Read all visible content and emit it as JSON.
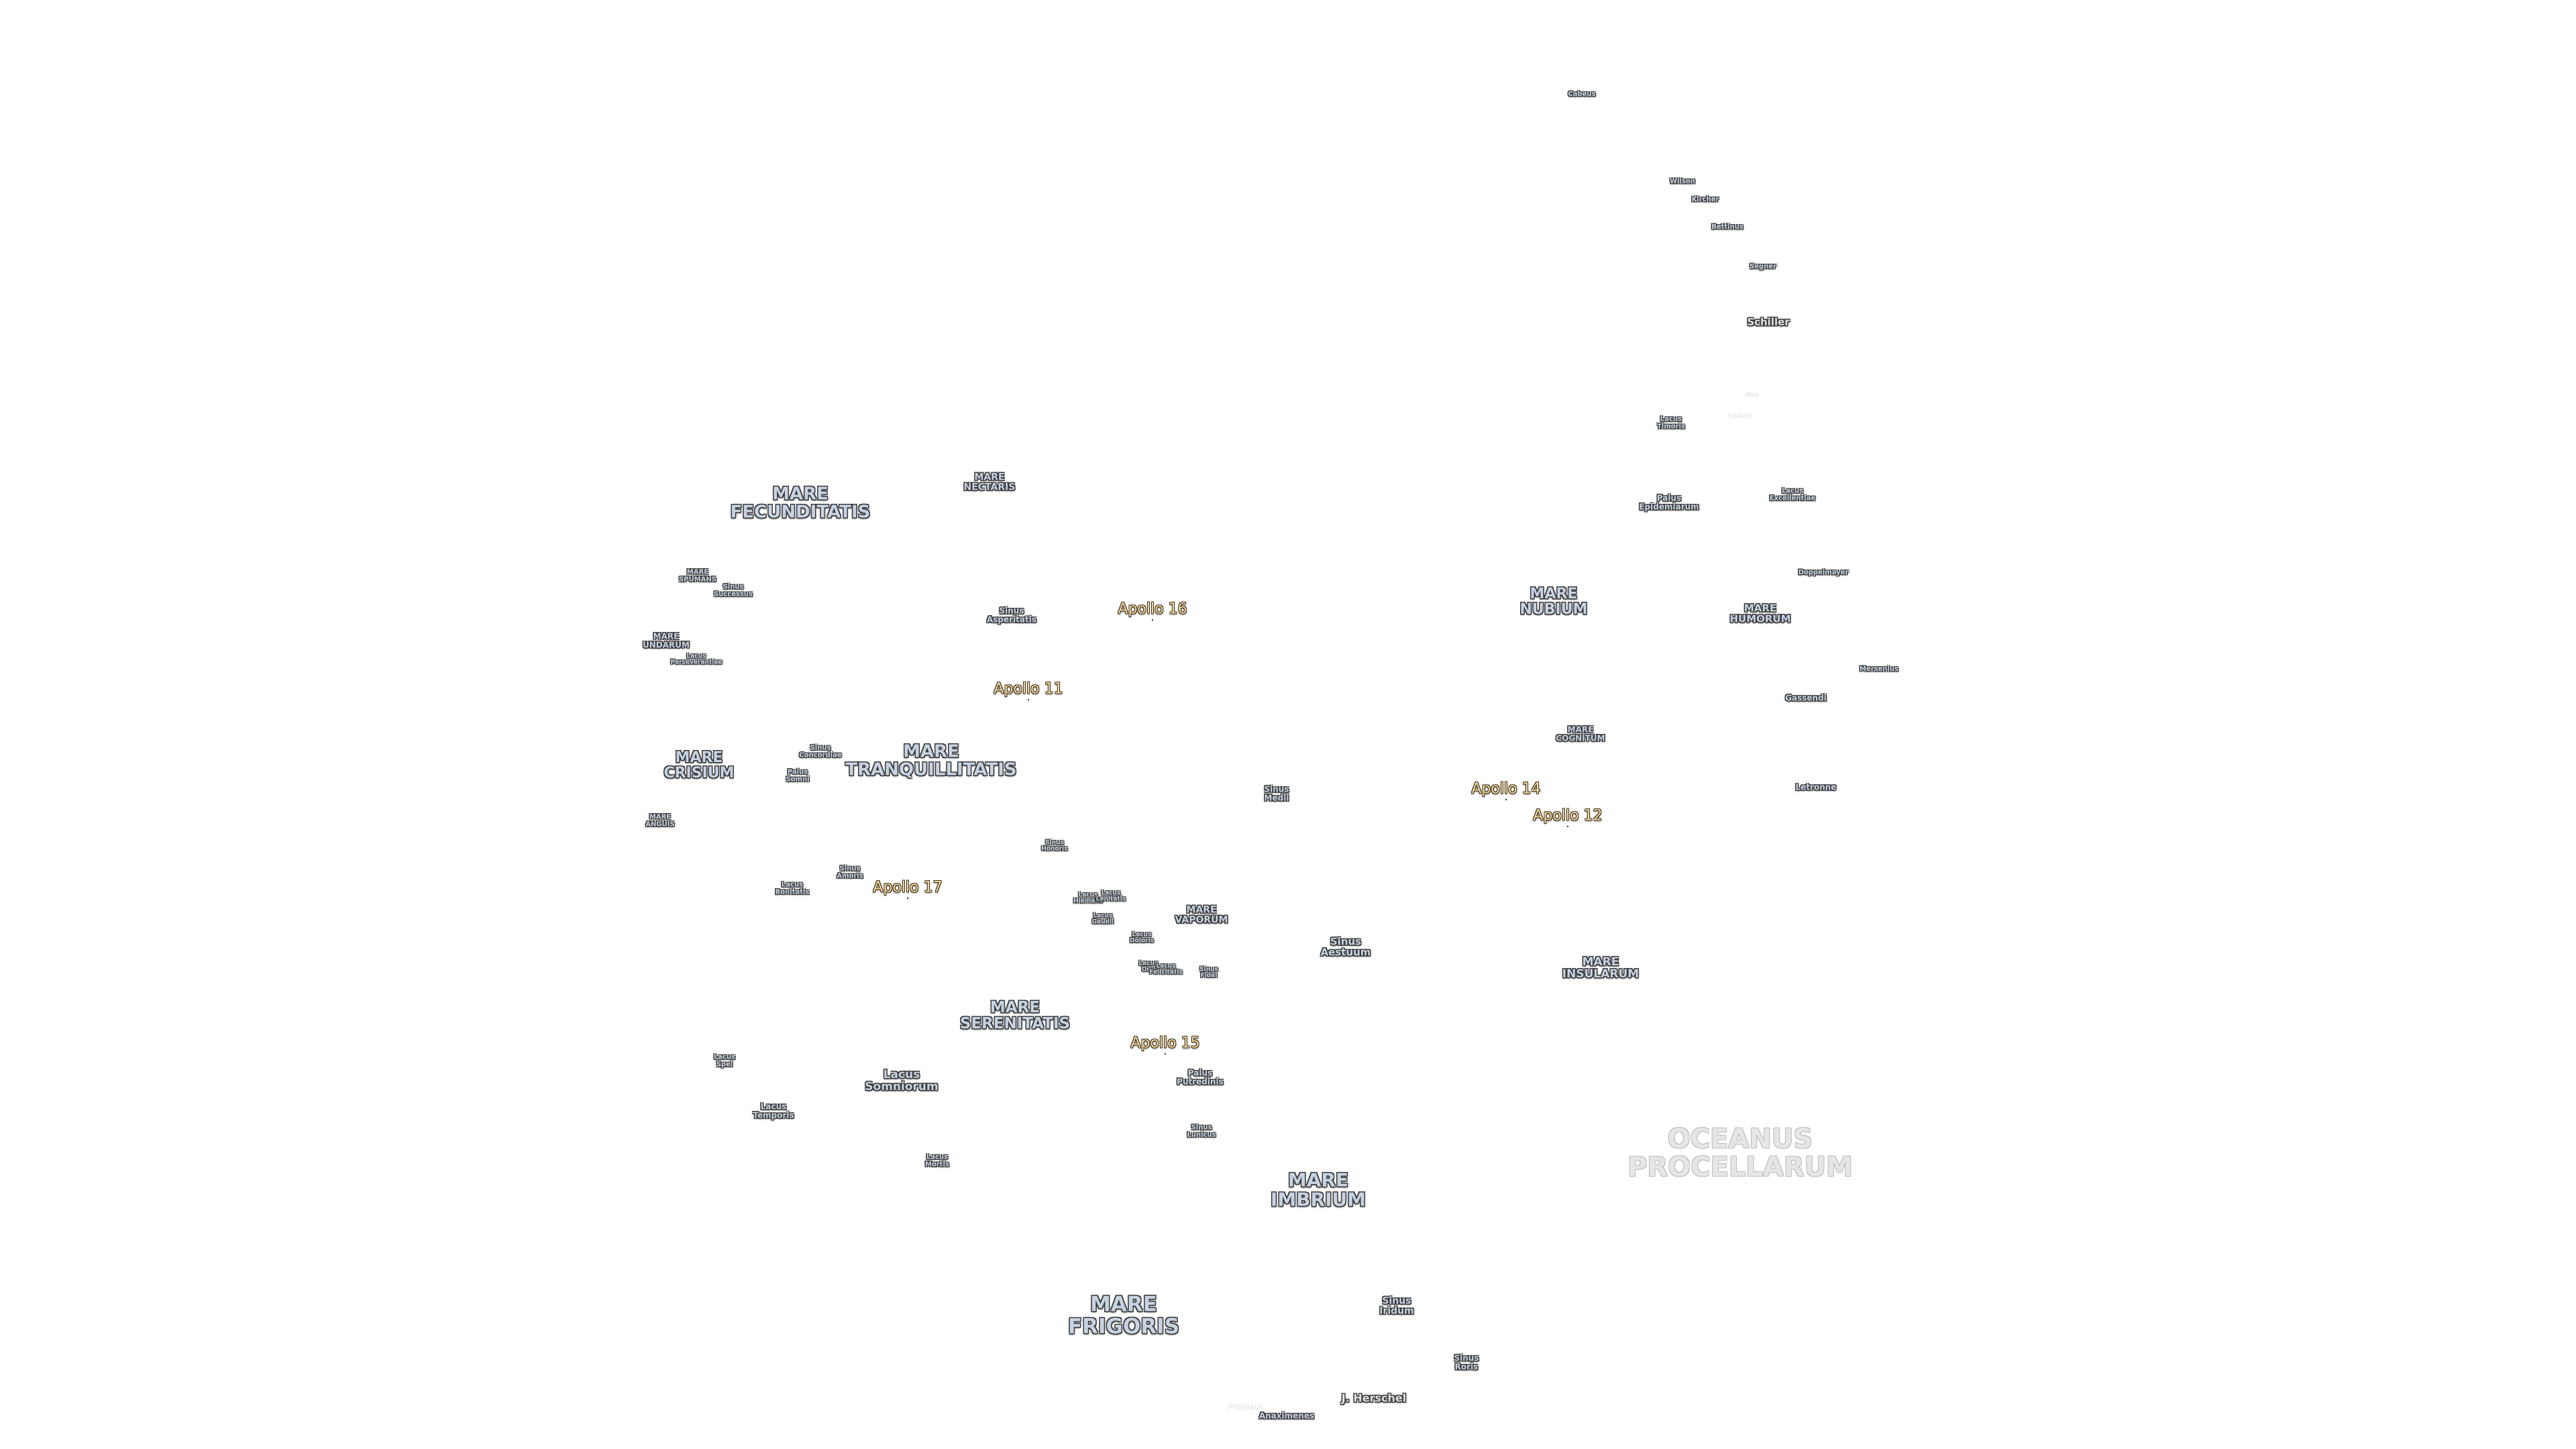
{
  "labels": [
    {
      "id": "cabeus",
      "text": "Cabeus"
    },
    {
      "id": "wilson",
      "text": "Wilson"
    },
    {
      "id": "kircher",
      "text": "Kircher"
    },
    {
      "id": "bettinus",
      "text": "Bettinus"
    },
    {
      "id": "segner",
      "text": "Segner"
    },
    {
      "id": "schiller",
      "text": "Schiller"
    },
    {
      "id": "mee",
      "text": "Mee"
    },
    {
      "id": "hainzel",
      "text": "Hainzel"
    },
    {
      "id": "lacus-timoris",
      "text": "Lacus\nTimoris"
    },
    {
      "id": "palus-epidemiarum",
      "text": "Palus\nEpidemiarum"
    },
    {
      "id": "lacus-excellentiae",
      "text": "Lacus\nExcellentiae"
    },
    {
      "id": "doppelmayer",
      "text": "Doppelmayer"
    },
    {
      "id": "mare-nubium",
      "text": "MARE\nNUBIUM"
    },
    {
      "id": "mare-humorum",
      "text": "MARE\nHUMORUM"
    },
    {
      "id": "mersenius",
      "text": "Mersenius"
    },
    {
      "id": "gassendi",
      "text": "Gassendi"
    },
    {
      "id": "mare-cognitum",
      "text": "MARE\nCOGNITUM"
    },
    {
      "id": "apollo-14",
      "text": "Apollo 14"
    },
    {
      "id": "apollo-12",
      "text": "Apollo 12"
    },
    {
      "id": "letronne",
      "text": "Letronne"
    },
    {
      "id": "mare-insularum",
      "text": "MARE\nINSULARUM"
    },
    {
      "id": "oceanus-procellarum",
      "text": "OCEANUS\nPROCELLARUM"
    },
    {
      "id": "mare-fecunditatis",
      "text": "MARE\nFECUNDITATIS"
    },
    {
      "id": "mare-nectaris",
      "text": "MARE\nNECTARIS"
    },
    {
      "id": "mare-spumans",
      "text": "MARE\nSPUMANS"
    },
    {
      "id": "sinus-successus",
      "text": "Sinus\nSuccessus"
    },
    {
      "id": "mare-undarum",
      "text": "MARE\nUNDARUM"
    },
    {
      "id": "lacus-perseverantiae",
      "text": "Lacus\nPerseverantiae"
    },
    {
      "id": "sinus-asperitatis",
      "text": "Sinus\nAsperitatis"
    },
    {
      "id": "apollo-16",
      "text": "Apollo 16"
    },
    {
      "id": "apollo-11",
      "text": "Apollo 11"
    },
    {
      "id": "mare-crisium",
      "text": "MARE\nCRISIUM"
    },
    {
      "id": "sinus-concordiae",
      "text": "Sinus\nConcordiae"
    },
    {
      "id": "palus-somni",
      "text": "Palus\nSomni"
    },
    {
      "id": "mare-tranquillitatis",
      "text": "MARE\nTRANQUILLITATIS"
    },
    {
      "id": "mare-anguis",
      "text": "MARE\nANGUIS"
    },
    {
      "id": "sinus-medii",
      "text": "Sinus\nMedii"
    },
    {
      "id": "sinus-honoris",
      "text": "Sinus\nHonoris"
    },
    {
      "id": "sinus-amoris",
      "text": "Sinus\nAmoris"
    },
    {
      "id": "lacus-bonitatis",
      "text": "Lacus\nBonitatis"
    },
    {
      "id": "apollo-17",
      "text": "Apollo 17"
    },
    {
      "id": "lacus-hiemalis",
      "text": "Lacus\nHiemalis"
    },
    {
      "id": "lacus-lenitatis",
      "text": "Lacus\nLenitatis"
    },
    {
      "id": "lacus-gaudii",
      "text": "Lacus\nGaudii"
    },
    {
      "id": "lacus-doloris",
      "text": "Lacus\nDoloris"
    },
    {
      "id": "mare-vaporum",
      "text": "MARE\nVAPORUM"
    },
    {
      "id": "lacus-odii",
      "text": "Lacus\nOdii"
    },
    {
      "id": "lacus-felicitatis",
      "text": "Lacus\nFelicitatis"
    },
    {
      "id": "sinus-fidei",
      "text": "Sinus\nFidei"
    },
    {
      "id": "sinus-aestuum",
      "text": "Sinus\nAestuum"
    },
    {
      "id": "mare-serenitatis",
      "text": "MARE\nSERENITATIS"
    },
    {
      "id": "apollo-15",
      "text": "Apollo 15"
    },
    {
      "id": "lacus-spei",
      "text": "Lacus\nSpei"
    },
    {
      "id": "lacus-somniorum",
      "text": "Lacus\nSomniorum"
    },
    {
      "id": "palus-putredinis",
      "text": "Palus\nPutredinis"
    },
    {
      "id": "lacus-temporis",
      "text": "Lacus\nTemporis"
    },
    {
      "id": "sinus-lunicus",
      "text": "Sinus\nLunicus"
    },
    {
      "id": "lacus-mortis",
      "text": "Lacus\nMortis"
    },
    {
      "id": "mare-imbrium",
      "text": "MARE\nIMBRIUM"
    },
    {
      "id": "mare-frigoris",
      "text": "MARE\nFRIGORIS"
    },
    {
      "id": "sinus-iridum",
      "text": "Sinus\nIridum"
    },
    {
      "id": "sinus-roris",
      "text": "Sinus\nRoris"
    },
    {
      "id": "j-herschel",
      "text": "J. Herschel"
    },
    {
      "id": "philolaus",
      "text": "Philolaus"
    },
    {
      "id": "anaximenes",
      "text": "Anaximenes"
    }
  ]
}
